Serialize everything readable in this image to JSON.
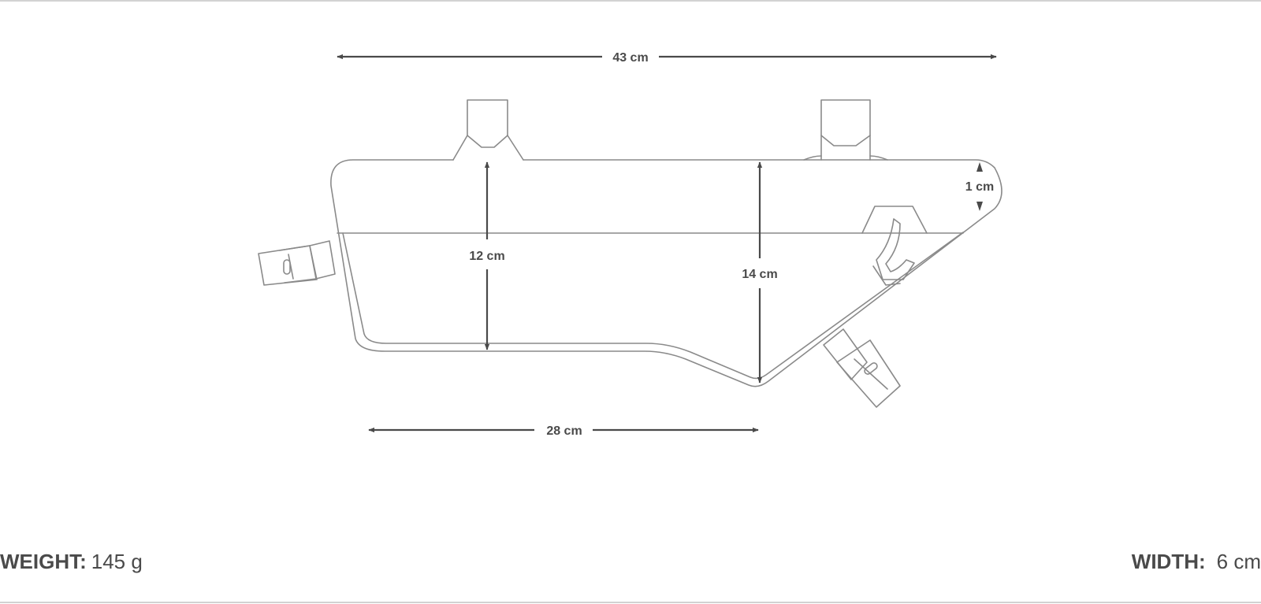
{
  "dimensions": {
    "overall_length": "43 cm",
    "bottom_length": "28 cm",
    "front_height": "12 cm",
    "rear_height": "14 cm",
    "top_depth": "1 cm"
  },
  "specs": {
    "weight_label": "WEIGHT:",
    "weight_value": "145 g",
    "width_label": "WIDTH:",
    "width_value": "6 cm"
  },
  "colors": {
    "text": "#4a4a4a",
    "outline": "#8a8a8a",
    "rule": "#d2d2d2"
  }
}
